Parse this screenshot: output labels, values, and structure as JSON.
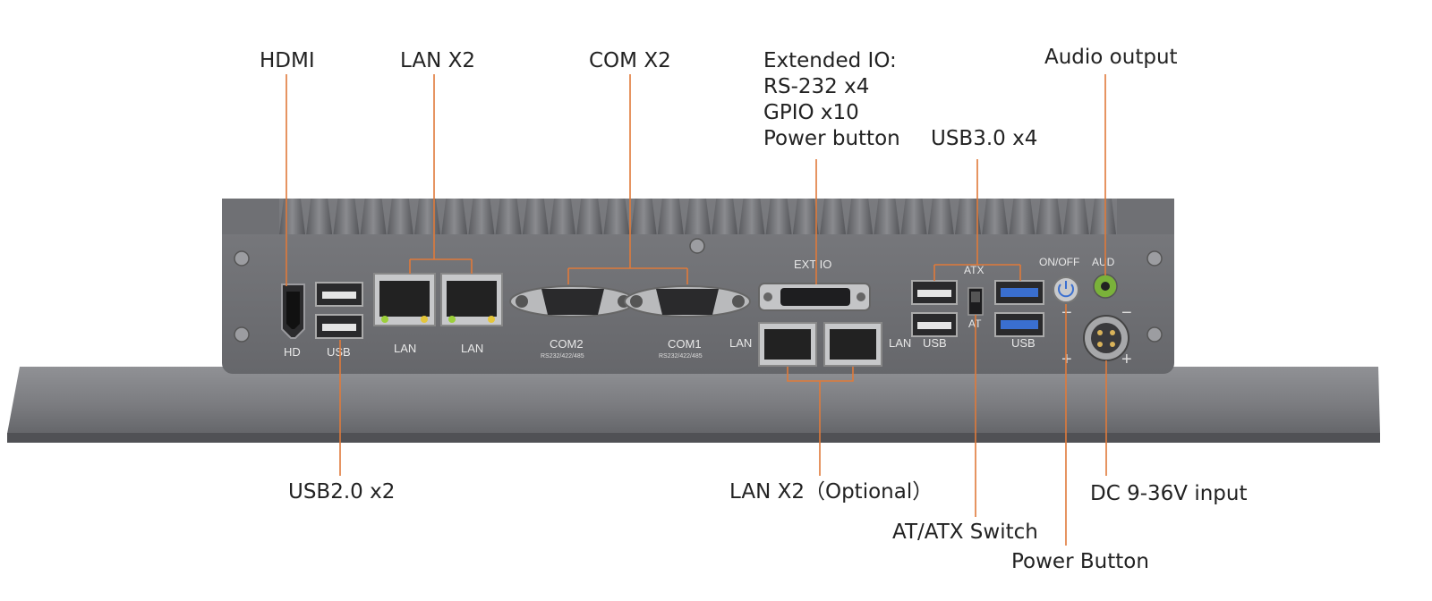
{
  "colors": {
    "leader_line": "#e07a3a",
    "chassis": "#77787c",
    "chassis_dark": "#4e4f53",
    "panel": "#6e6f73",
    "usb3_blue": "#3a6fd0",
    "audio_green": "#7ab23a"
  },
  "callouts": {
    "hdmi": "HDMI",
    "lan_x2_top": "LAN X2",
    "com_x2": "COM X2",
    "extended_io": [
      "Extended IO:",
      "RS-232 x4",
      "GPIO x10",
      "Power button"
    ],
    "audio_output": "Audio output",
    "usb30_x4": "USB3.0 x4",
    "usb20_x2": "USB2.0 x2",
    "lan_x2_optional": "LAN X2（Optional）",
    "dc_input": "DC 9-36V input",
    "at_atx_switch": "AT/ATX Switch",
    "power_button": "Power Button"
  },
  "panel_labels": {
    "hd": "HD",
    "usb_left": "USB",
    "lan1": "LAN",
    "lan2": "LAN",
    "com2": "COM2",
    "com2_sub": "RS232/422/485",
    "com1": "COM1",
    "com1_sub": "RS232/422/485",
    "ext_io": "EXT IO",
    "lan_opt_left": "LAN",
    "lan_opt_right": "LAN",
    "usb_mid": "USB",
    "atx": "ATX",
    "at": "AT",
    "usb_right": "USB",
    "on_off": "ON/OFF",
    "aud": "AUD"
  }
}
